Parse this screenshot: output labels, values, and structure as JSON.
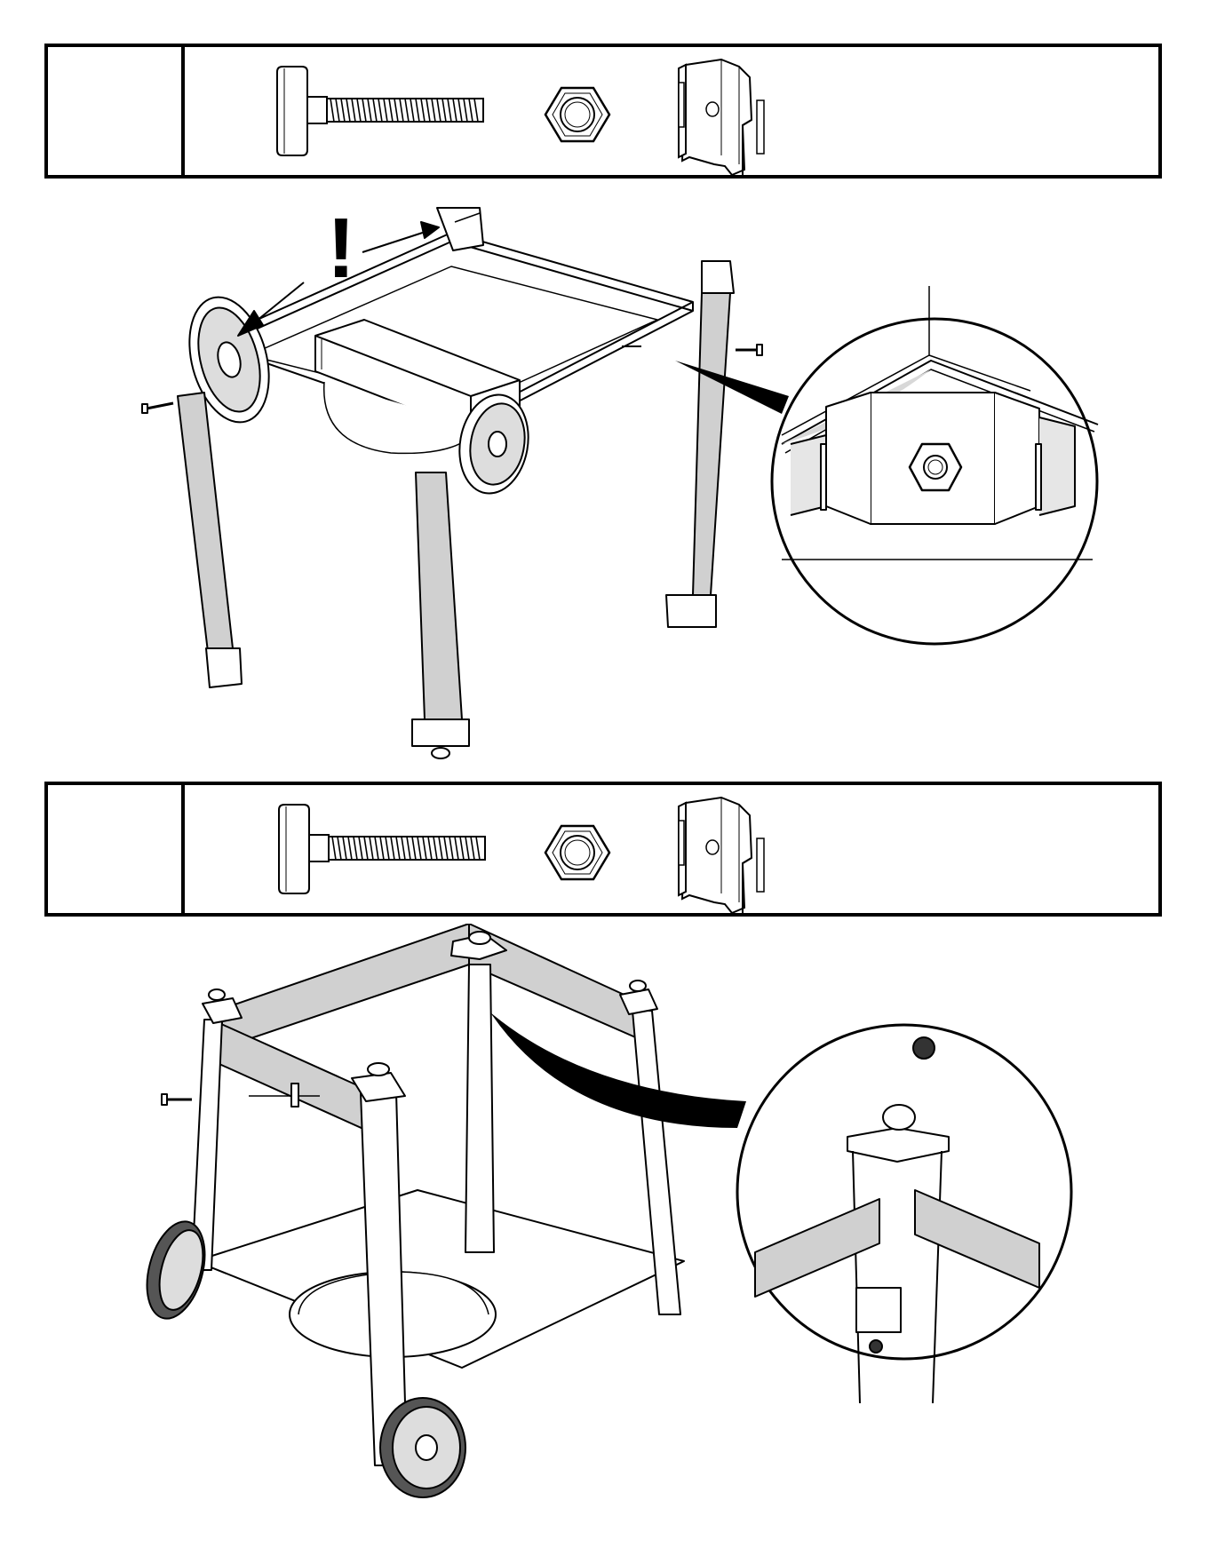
{
  "step1": {
    "number": "",
    "warning_symbol": "!"
  },
  "step2": {
    "number": ""
  },
  "hardware": [
    "bolt",
    "hex-nut",
    "bracket"
  ],
  "icons": [
    "bolt-icon",
    "hex-nut-icon",
    "bracket-icon",
    "arrow-icon",
    "wheel-icon"
  ],
  "colors": {
    "line": "#000000",
    "fill_gray": "#d0d0d0",
    "background": "#ffffff"
  }
}
